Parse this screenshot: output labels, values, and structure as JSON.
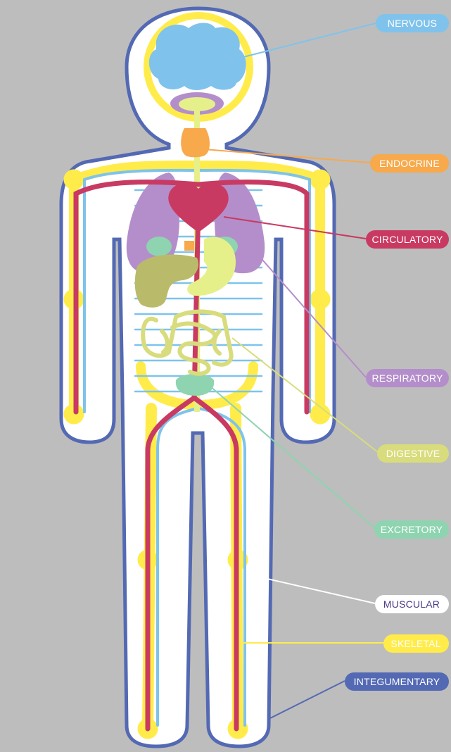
{
  "background": "#bdbdbd",
  "labels": [
    {
      "key": "nervous",
      "text": "NERVOUS",
      "color": "#7fc3ec",
      "text_color": "#ffffff"
    },
    {
      "key": "endocrine",
      "text": "ENDOCRINE",
      "color": "#f7a94b",
      "text_color": "#ffffff"
    },
    {
      "key": "circulatory",
      "text": "CIRCULATORY",
      "color": "#c93a62",
      "text_color": "#ffffff"
    },
    {
      "key": "respiratory",
      "text": "RESPIRATORY",
      "color": "#b48ecb",
      "text_color": "#ffffff"
    },
    {
      "key": "digestive",
      "text": "DIGESTIVE",
      "color": "#d8dc7c",
      "text_color": "#ffffff"
    },
    {
      "key": "excretory",
      "text": "EXCRETORY",
      "color": "#8ed4b0",
      "text_color": "#ffffff"
    },
    {
      "key": "muscular",
      "text": "MUSCULAR",
      "color": "#ffffff",
      "text_color": "#4a3a86"
    },
    {
      "key": "skeletal",
      "text": "SKELETAL",
      "color": "#ffec4a",
      "text_color": "#ffffff"
    },
    {
      "key": "integumentary",
      "text": "INTEGUMENTARY",
      "color": "#5369b3",
      "text_color": "#ffffff"
    }
  ],
  "system_colors": {
    "integumentary": "#5369b3",
    "muscular": "#ffffff",
    "skeletal": "#ffec4a",
    "nervous": "#7fc3ec",
    "circulatory": "#c93a62",
    "respiratory": "#b48ecb",
    "digestive": "#d8dc7c",
    "liver": "#b9bb6a",
    "excretory": "#8ed4b0",
    "endocrine": "#f7a94b",
    "brainstem": "#e6f08a"
  }
}
